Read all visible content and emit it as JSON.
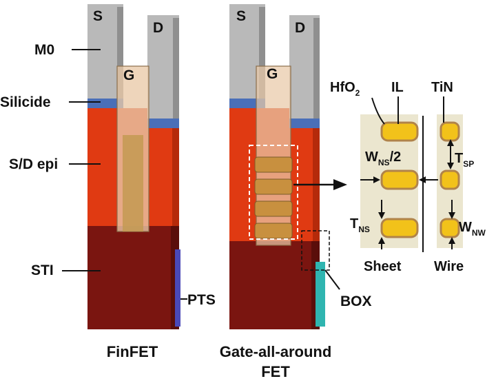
{
  "colors": {
    "metal": "#b9b9b9",
    "metal_dark": "#8f8f8f",
    "silicide": "#4a6fb8",
    "epi": "#e03a12",
    "epi_dark": "#b52a0a",
    "sti": "#7a1510",
    "sti_dark": "#5a0e0a",
    "pts": "#4a49b8",
    "box": "#2fb5b0",
    "gate_gold": "#d4a84a",
    "panel_bg": "#ebe6cf",
    "sheet_yellow": "#f2c21a"
  },
  "finfet": {
    "source": "S",
    "drain": "D",
    "gate": "G",
    "caption": "FinFET"
  },
  "gaa": {
    "source": "S",
    "drain": "D",
    "gate": "G",
    "caption_line1": "Gate-all-around",
    "caption_line2": "FET"
  },
  "left_labels": {
    "m0": "M0",
    "silicide": "Silicide",
    "sd_epi": "S/D epi",
    "sti": "STI",
    "pts": "PTS"
  },
  "box_label": "BOX",
  "detail": {
    "hfo2_base": "HfO",
    "hfo2_sub": "2",
    "il": "IL",
    "tin": "TiN",
    "wns_main": "W",
    "wns_sub": "NS",
    "wns_suffix": "/2",
    "tsp_main": "T",
    "tsp_sub": "SP",
    "tns_main": "T",
    "tns_sub": "NS",
    "wnw_main": "W",
    "wnw_sub": "NW",
    "sheet": "Sheet",
    "wire": "Wire"
  }
}
